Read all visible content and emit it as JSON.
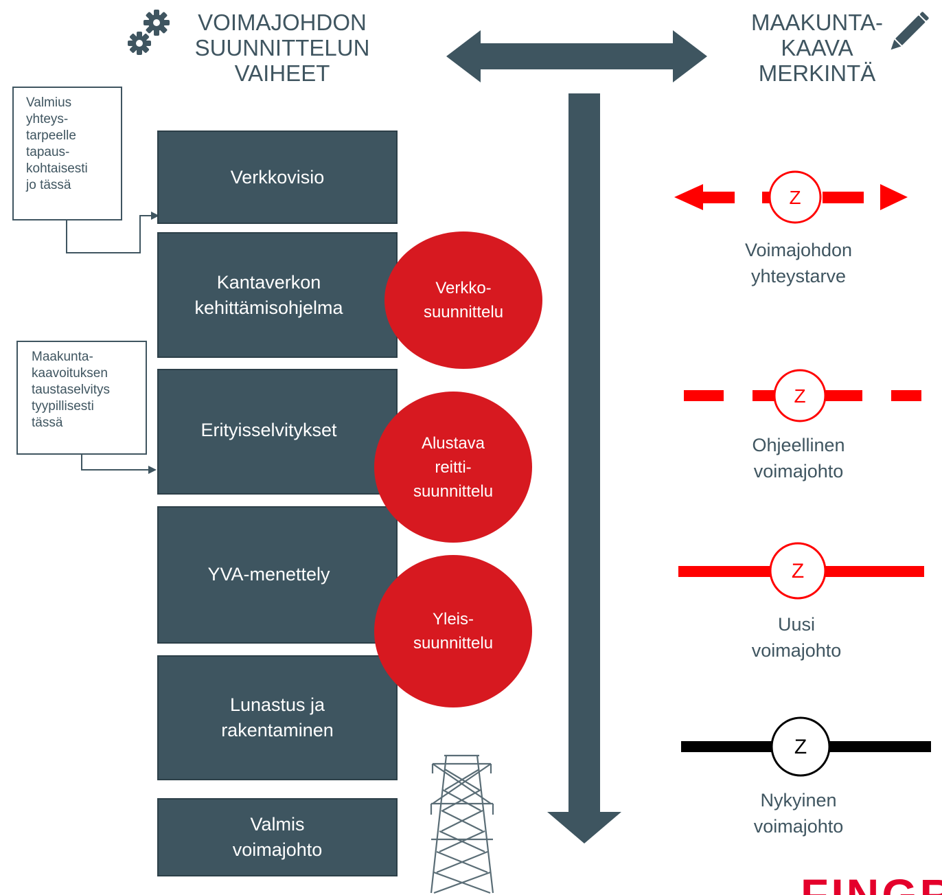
{
  "left_heading": {
    "lines": [
      "VOIMAJOHDON",
      "SUUNNITTELUN",
      "VAIHEET"
    ],
    "icon": "gears-icon"
  },
  "right_heading": {
    "lines": [
      "MAAKUNTA-",
      "KAAVA",
      "MERKINTÄ"
    ],
    "icon": "pencil-icon"
  },
  "steps": [
    {
      "lines": [
        "Verkkovisio"
      ]
    },
    {
      "lines": [
        "Kantaverkon",
        "kehittämisohjelma"
      ]
    },
    {
      "lines": [
        "Erityisselvitykset"
      ]
    },
    {
      "lines": [
        "YVA-menettely"
      ]
    },
    {
      "lines": [
        "Lunastus ja",
        "rakentaminen"
      ]
    },
    {
      "lines": [
        "Valmis",
        "voimajohto"
      ]
    }
  ],
  "phases": [
    {
      "lines": [
        "Verkko-",
        "suunnittelu"
      ]
    },
    {
      "lines": [
        "Alustava",
        "reitti-",
        "suunnittelu"
      ]
    },
    {
      "lines": [
        "Yleis-",
        "suunnittelu"
      ]
    }
  ],
  "notes": [
    {
      "lines": [
        "Valmius",
        "yhteys-",
        "tarpeelle",
        "tapaus-",
        "kohtaisesti",
        "jo tässä"
      ]
    },
    {
      "lines": [
        "Maakunta-",
        "kaavoituksen",
        "taustaselvitys",
        "tyypillisesti",
        "tässä"
      ]
    }
  ],
  "legend": [
    {
      "symbol_letter": "Z",
      "lines": [
        "Voimajohdon",
        "yhteystarve"
      ],
      "style": "arrows-dashed",
      "color": "#ff0000"
    },
    {
      "symbol_letter": "Z",
      "lines": [
        "Ohjeellinen",
        "voimajohto"
      ],
      "style": "dashed",
      "color": "#ff0000"
    },
    {
      "symbol_letter": "Z",
      "lines": [
        "Uusi",
        "voimajohto"
      ],
      "style": "solid",
      "color": "#ff0000"
    },
    {
      "symbol_letter": "Z",
      "lines": [
        "Nykyinen",
        "voimajohto"
      ],
      "style": "solid",
      "color": "#000000"
    }
  ],
  "brand": "FINGRID",
  "colors": {
    "step_fill": "#3e5560",
    "phase_fill": "#d71920",
    "heading_text": "#3f5560",
    "legend_red": "#ff0000",
    "brand": "#e4002b"
  },
  "decorations": {
    "tower_icon": "power-tower-icon",
    "double_arrow": "double-arrow-icon",
    "down_arrow": "down-arrow-icon"
  }
}
